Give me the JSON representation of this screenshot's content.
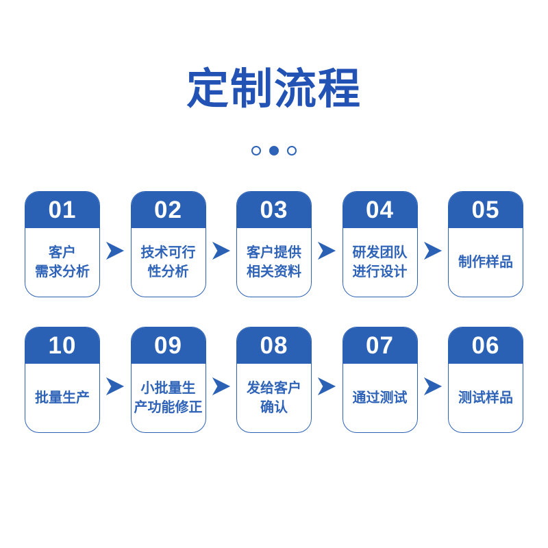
{
  "page": {
    "title": "定制流程"
  },
  "carousel": {
    "dots": [
      {
        "state": "inactive"
      },
      {
        "state": "active"
      },
      {
        "state": "inactive"
      }
    ]
  },
  "colors": {
    "accent": "#2b61b5",
    "title": "#2253b4",
    "text": "#2e63b8",
    "background": "#ffffff"
  },
  "process": {
    "rows": [
      {
        "steps": [
          {
            "num": "01",
            "label": [
              "客户",
              "需求分析"
            ]
          },
          {
            "num": "02",
            "label": [
              "技术可行",
              "性分析"
            ]
          },
          {
            "num": "03",
            "label": [
              "客户提供",
              "相关资料"
            ]
          },
          {
            "num": "04",
            "label": [
              "研发团队",
              "进行设计"
            ]
          },
          {
            "num": "05",
            "label": [
              "制作样品"
            ]
          }
        ]
      },
      {
        "steps": [
          {
            "num": "10",
            "label": [
              "批量生产"
            ]
          },
          {
            "num": "09",
            "label": [
              "小批量生",
              "产功能修正"
            ]
          },
          {
            "num": "08",
            "label": [
              "发给客户",
              "确认"
            ]
          },
          {
            "num": "07",
            "label": [
              "通过测试"
            ]
          },
          {
            "num": "06",
            "label": [
              "测试样品"
            ]
          }
        ]
      }
    ]
  }
}
